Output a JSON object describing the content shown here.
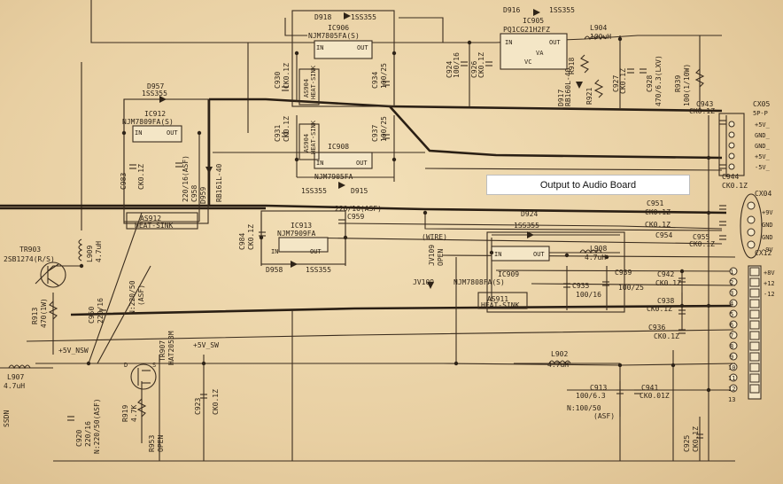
{
  "callout": {
    "text": "Output to Audio Board"
  },
  "components": {
    "d918": "D918",
    "ss355_top": "1SS355",
    "ic906": "IC906",
    "ic906_part": "NJM7805FA(S)",
    "d916": "D916",
    "ss355_d916": "1SS355",
    "ic905": "IC905",
    "ic905_part": "PQ1CG21H2FZ",
    "l904": "L904",
    "l904_val": "100uH",
    "d957": "D957",
    "d957_part": "1SS355",
    "ic912": "IC912",
    "ic912_part": "NJM7809FA(S)",
    "ic908": "IC908",
    "ic908_part": "NJM7905FA",
    "d915_part": "1SS355",
    "d915": "D915",
    "as912": "AS912",
    "heat_sink": "HEAT-SINK",
    "d959": "D959",
    "d959_part": "RB161L-40",
    "c958": "C958",
    "c958_val": "220/16(ASF)",
    "c930": "C930",
    "c930_val": "CK0.1Z",
    "as904": "AS904",
    "as904_hs": "HEAT-SINK",
    "c934": "C934",
    "c934_val": "100/25",
    "c931": "C931",
    "c931_val": "CK0.1Z",
    "c937": "C937",
    "c937_val": "100/25",
    "c924": "C924",
    "c924_val": "100/16",
    "c926": "C926",
    "c926_val": "CK0.1Z",
    "r918": "R918",
    "d917": "D917",
    "d917_part": "RB160L-40",
    "r921": "R921",
    "c927": "C927",
    "c927_val": "CK0.1Z",
    "c928": "C928",
    "c928_val": "470/6.3(LXV)",
    "r939": "R939",
    "r939_val": "100(1/10W)",
    "c983": "C983",
    "c983_val": "CK0.1Z",
    "c943": "C943",
    "c943_val": "CK0.1Z",
    "cx05": "CX05",
    "cx05_pins": "5P-P",
    "c944": "C944",
    "c944_val": "CK0.1Z",
    "c959": "C959",
    "c959_val": "220/16(ASF)",
    "c984": "C984",
    "c984_val": "CK0.1Z",
    "ic913": "IC913",
    "ic913_part": "NJM7909FA",
    "d958": "D958",
    "d958_part": "1SS355",
    "d924": "D924",
    "d924_part": "1SS355",
    "c951": "C951",
    "c951_val": "CK0.1Z",
    "c952_val": "CK0.1Z",
    "c954": "C954",
    "c955": "C955",
    "c955_val": "CK0.1Z",
    "cx04": "CX04",
    "wire": "(WIRE)",
    "jv109": "JV109",
    "jv109_open": "OPEN",
    "ic909": "IC909",
    "ic909_part": "NJM7808FA(S)",
    "l908": "L908",
    "l908_val": "4.7uH",
    "c939": "C939",
    "c939_val": "100/25",
    "c942": "C942",
    "c942_val": "CK0.1Z",
    "c935": "C935",
    "c935_val": "100/16",
    "as911": "AS911",
    "as911_hs": "HEAT-SINK",
    "c938": "C938",
    "c938_val": "CK0.1Z",
    "c936": "C936",
    "c936_val": "CK0.1Z",
    "cx12": "CX12",
    "tr903": "TR903",
    "tr903_part": "2SB1274(R/S)",
    "l909": "L909",
    "l909_val": "4.7uH",
    "r913": "R913",
    "r913_val": "470(1W)",
    "c950": "C950",
    "c950_val": "220/16",
    "c950_b": "N:220/50",
    "c950_asf": "(ASF)",
    "tr907": "TR907",
    "tr907_part": "HAT2053M",
    "v5_sw": "+5V_SW",
    "v5_nsw": "+5V_NSW",
    "l907": "L907",
    "l907_val": "4.7uH",
    "c920": "C920",
    "c920_val": "220/16",
    "c920_b": "N:220/50(ASF)",
    "r919": "R919",
    "r919_val": "4.7K",
    "r953": "R953",
    "r953_open": "OPEN",
    "c923": "C923",
    "c923_val": "CK0.1Z",
    "l902": "L902",
    "l902_val": "4.7uH",
    "c913": "C913",
    "c913_val": "100/6.3",
    "c941": "C941",
    "c941_val": "CK0.01Z",
    "c913_b": "N:100/50",
    "c913_asf": "(ASF)",
    "c925": "C925",
    "c925_val": "CK0.1Z",
    "in": "IN",
    "out": "OUT",
    "gnd": "G",
    "va": "VA",
    "vc": "VC",
    "edge_left": "SSDN",
    "s_pin": "S",
    "d_pin": "D"
  },
  "connector_pins": {
    "cx05": [
      "+5V_",
      "GND_",
      "GND_",
      "+5V_",
      "-5V_"
    ],
    "cx04": [
      "+9V",
      "GND",
      "GND",
      "-9V"
    ],
    "cx12": [
      "+8V",
      "+12",
      "-12",
      "",
      "",
      "",
      "",
      "",
      "",
      "",
      "",
      "",
      ""
    ],
    "cx12_numbers": [
      "1",
      "2",
      "3",
      "4",
      "5",
      "6",
      "7",
      "8",
      "9",
      "10",
      "11",
      "12",
      "13"
    ]
  }
}
